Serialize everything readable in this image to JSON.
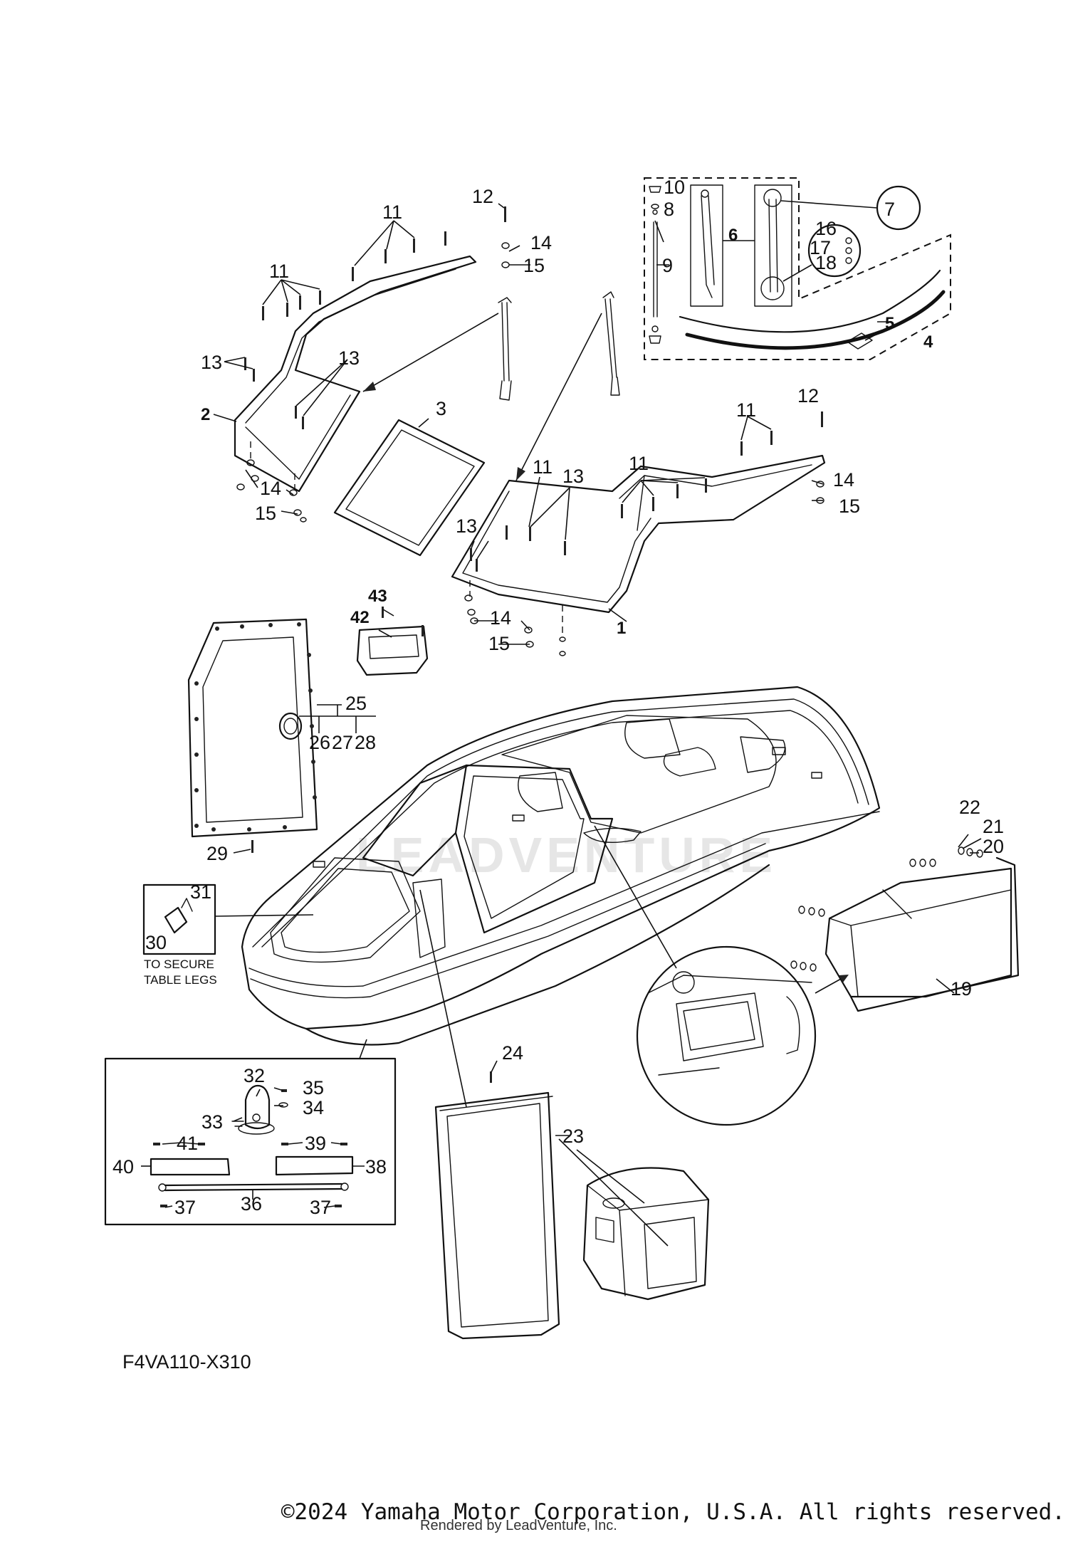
{
  "diagram": {
    "code": "F4VA110-X310",
    "copyright": "©2024 Yamaha Motor Corporation, U.S.A. All rights reserved.",
    "rendered_by": "Rendered by LeadVenture, Inc.",
    "watermark": "LEADVENTURE",
    "note_lines": [
      "TO SECURE",
      "TABLE LEGS"
    ],
    "callouts": {
      "c1": "1",
      "c2": "2",
      "c3": "3",
      "c4": "4",
      "c5": "5",
      "c6": "6",
      "c7": "7",
      "c8": "8",
      "c9": "9",
      "c10": "10",
      "c11a": "11",
      "c11b": "11",
      "c11c": "11",
      "c11d": "11",
      "c11e": "11",
      "c12a": "12",
      "c12b": "12",
      "c13a": "13",
      "c13b": "13",
      "c13c": "13",
      "c13d": "13",
      "c14a": "14",
      "c14b": "14",
      "c14c": "14",
      "c14d": "14",
      "c15a": "15",
      "c15b": "15",
      "c15c": "15",
      "c15d": "15",
      "c16": "16",
      "c17": "17",
      "c18": "18",
      "c19": "19",
      "c20": "20",
      "c21": "21",
      "c22": "22",
      "c23": "23",
      "c24": "24",
      "c25": "25",
      "c26": "26",
      "c27": "27",
      "c28": "28",
      "c29": "29",
      "c30": "30",
      "c31": "31",
      "c32": "32",
      "c33": "33",
      "c34": "34",
      "c35": "35",
      "c36": "36",
      "c37a": "37",
      "c37b": "37",
      "c38": "38",
      "c39": "39",
      "c40": "40",
      "c41": "41",
      "c42": "42",
      "c43": "43"
    }
  }
}
